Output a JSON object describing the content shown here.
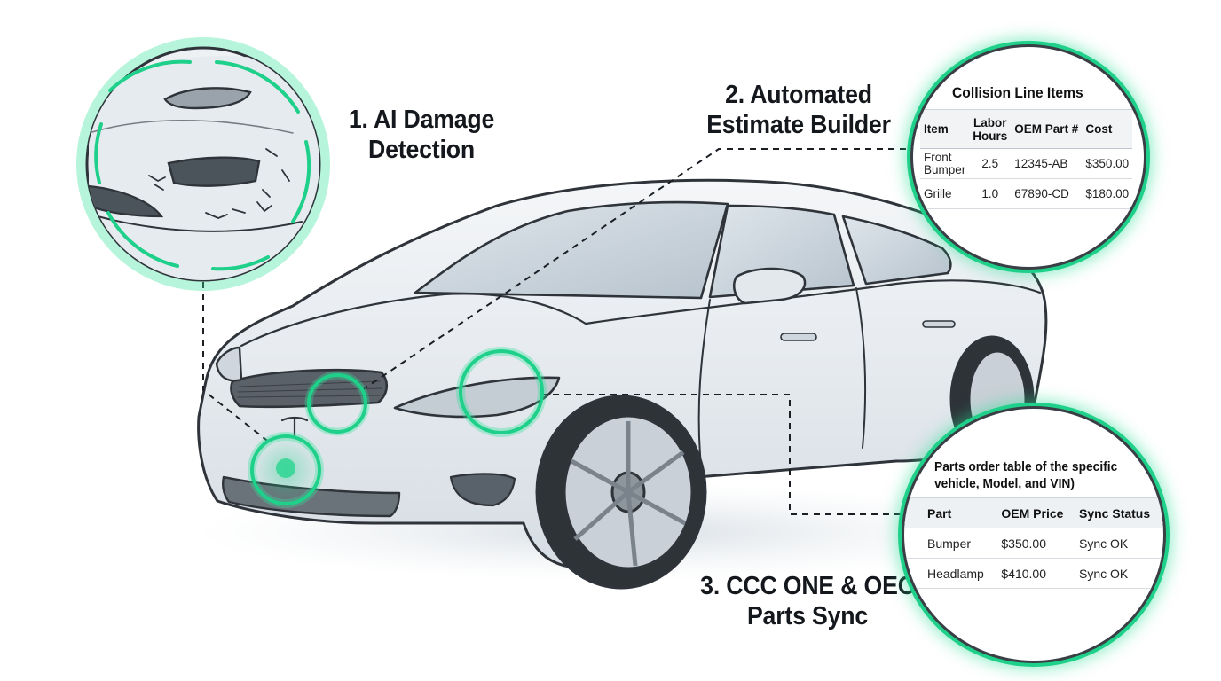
{
  "callouts": {
    "damage_detection": {
      "line1": "1. AI Damage",
      "line2": "Detection"
    },
    "estimate_builder": {
      "line1": "2. Automated",
      "line2": "Estimate Builder"
    },
    "parts_sync": {
      "line1": "3. CCC ONE & OEC",
      "line2": "Parts Sync"
    }
  },
  "estimate_panel": {
    "title": "Collision Line Items",
    "headers": {
      "item": "Item",
      "labor_line1": "Labor",
      "labor_line2": "Hours",
      "part": "OEM Part #",
      "cost": "Cost"
    },
    "rows": [
      {
        "item_line1": "Front",
        "item_line2": "Bumper",
        "labor": "2.5",
        "part": "12345-AB",
        "cost": "$350.00"
      },
      {
        "item_line1": "Grille",
        "item_line2": "",
        "labor": "1.0",
        "part": "67890-CD",
        "cost": "$180.00"
      }
    ]
  },
  "parts_panel": {
    "title": "Parts order table of the specific vehicle, Model, and VIN)",
    "headers": {
      "part": "Part",
      "price": "OEM Price",
      "status": "Sync Status"
    },
    "rows": [
      {
        "part": "Bumper",
        "price": "$350.00",
        "status": "Sync OK"
      },
      {
        "part": "Headlamp",
        "price": "$410.00",
        "status": "Sync OK"
      }
    ]
  },
  "colors": {
    "highlight_ring": "#1fd08a",
    "highlight_glow": "#2fe39c",
    "outline": "#2f343a",
    "body_paint": "#e9edf1"
  }
}
